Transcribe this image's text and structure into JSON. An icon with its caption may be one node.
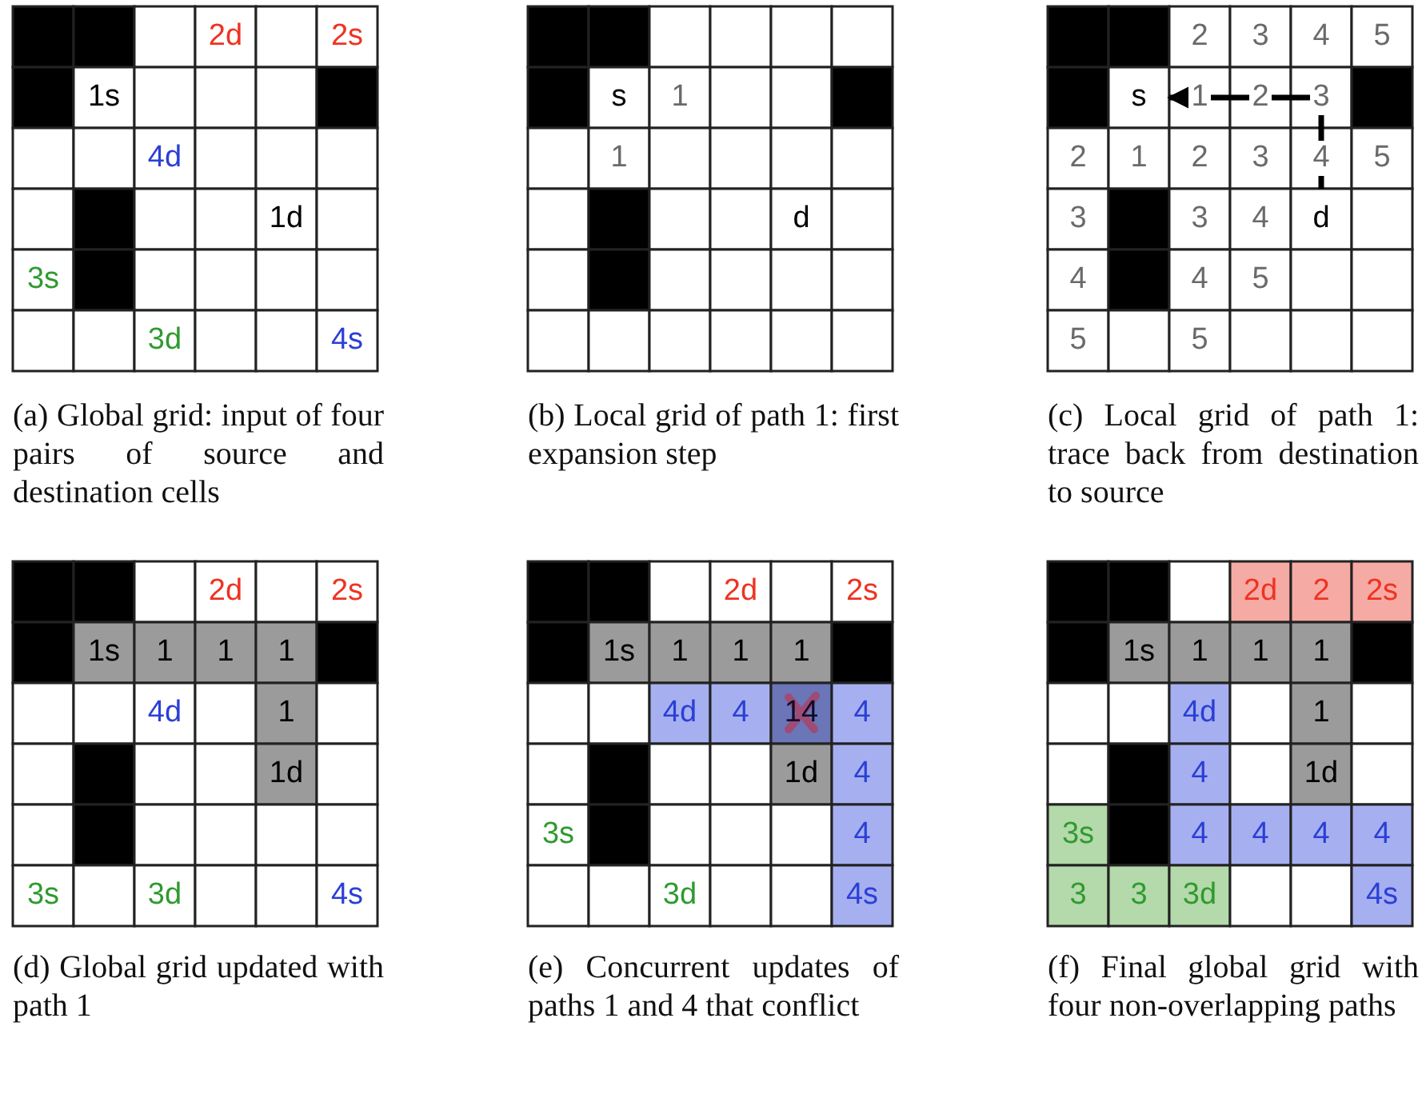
{
  "diagram": {
    "nodes": [
      {
        "text": [
          "s"
        ]
      },
      {
        "text": [
          "d"
        ]
      }
    ],
    "edges": [
      {
        "from": 1,
        "to": 0,
        "arrow": "to"
      }
    ],
    "labels": [
      "2d",
      "2s",
      "1s",
      "4d",
      "1d",
      "3s",
      "3d",
      "4s",
      "s",
      "1",
      "1",
      "d",
      "2",
      "3",
      "4",
      "5",
      "1",
      "2",
      "3",
      "2",
      "1",
      "2",
      "3",
      "4",
      "5",
      "3",
      "3",
      "4",
      "4",
      "4",
      "5",
      "5",
      "5",
      "(a) Global grid: input of four pairs of source and destination cells",
      "(b) Local grid of path 1: first expansion step",
      "(c) Local grid of path 1: trace back from destination to source",
      "2d",
      "2s",
      "1s",
      "1",
      "1",
      "1",
      "4d",
      "1",
      "1d",
      "3s",
      "3d",
      "4s",
      "2d",
      "2s",
      "1s",
      "1",
      "1",
      "1",
      "4d",
      "4",
      "14",
      "4",
      "1d",
      "4",
      "3s",
      "4",
      "3d",
      "4s",
      "2d",
      "2",
      "2s",
      "1s",
      "1",
      "1",
      "1",
      "4d",
      "1",
      "4",
      "1d",
      "3s",
      "4",
      "4",
      "4",
      "4",
      "3",
      "3",
      "3d",
      "4s",
      "(d) Global grid updated with path 1",
      "(e) Concurrent updates of paths 1 and 4 that conflict",
      "(f) Final global grid with four non-overlapping paths"
    ]
  }
}
